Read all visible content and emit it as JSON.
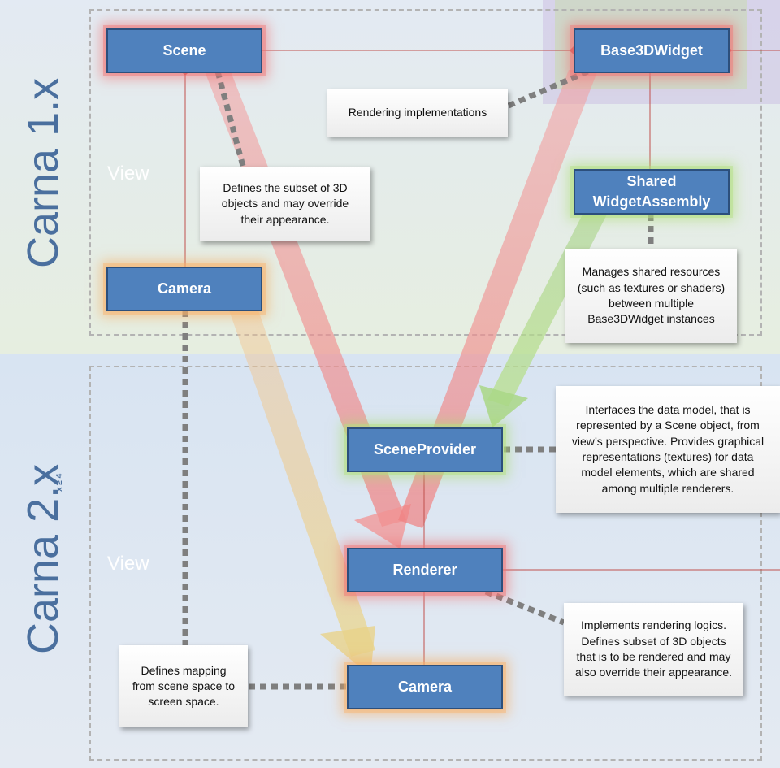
{
  "sections": {
    "top_label": "Carna 1.x",
    "bottom_label": "Carna 2.x",
    "bottom_sub": "x ≥ 4",
    "top_view": "View",
    "bottom_view": "View"
  },
  "boxes": {
    "scene": "Scene",
    "base3dwidget": "Base3DWidget",
    "shared_widget_assembly": "Shared\nWidgetAssembly",
    "camera_top": "Camera",
    "scene_provider": "SceneProvider",
    "renderer": "Renderer",
    "camera_bottom": "Camera"
  },
  "notes": {
    "rendering_impl": "Rendering implementations",
    "defines_subset": "Defines  the subset of 3D\nobjects and may override\ntheir appearance.",
    "manages_shared": "Manages shared resources\n(such as textures or shaders)\nbetween multiple\nBase3DWidget instances",
    "interfaces": "Interfaces the data model, that is\nrepresented by a Scene object, from\nview’s perspective. Provides graphical\nrepresentations (textures) for data\nmodel elements, which are shared\namong multiple renderers.",
    "implements_rendering": "Implements rendering logics.\nDefines subset of 3D objects\nthat is to be rendered and may\nalso override their appearance.",
    "defines_mapping": "Defines mapping\nfrom scene space to\nscreen space."
  },
  "colors": {
    "box_fill": "#4f81bd",
    "box_border": "#2c4f7c",
    "label_blue": "#4a6f9e",
    "connector_red": "#c0504d",
    "dotted_gray": "#7f7f7f"
  }
}
